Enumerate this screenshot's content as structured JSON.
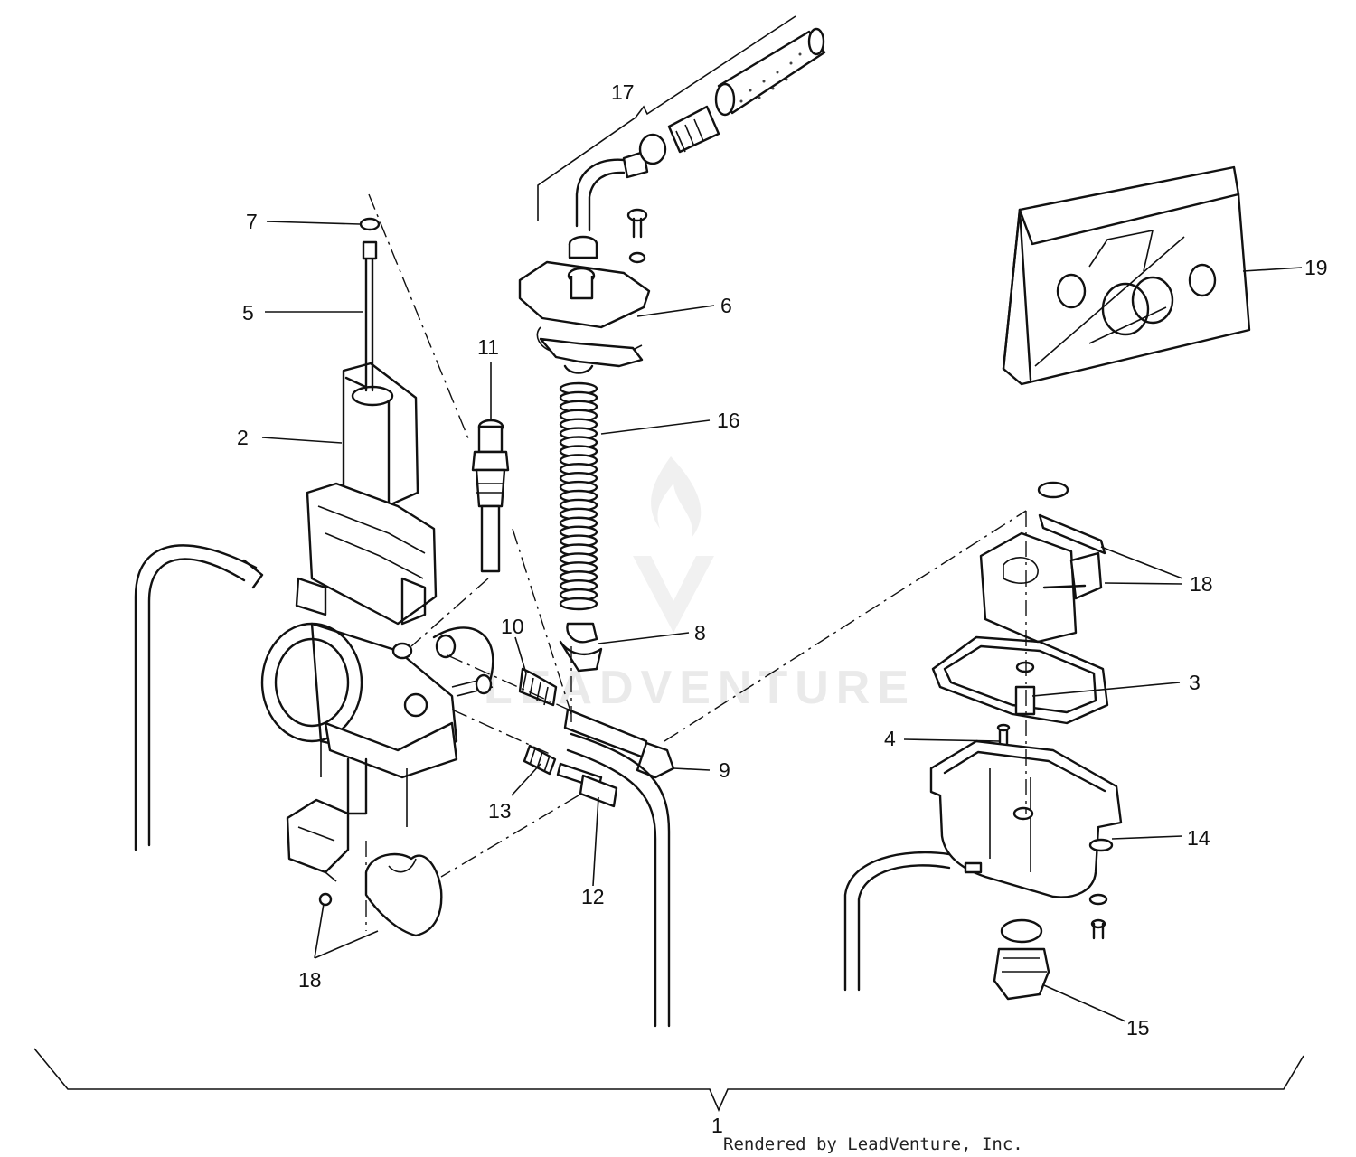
{
  "diagram": {
    "labels": {
      "p1": "1",
      "p2": "2",
      "p3": "3",
      "p4": "4",
      "p5": "5",
      "p6": "6",
      "p7": "7",
      "p8": "8",
      "p9": "9",
      "p10": "10",
      "p11": "11",
      "p12": "12",
      "p13": "13",
      "p14": "14",
      "p15": "15",
      "p16": "16",
      "p17": "17",
      "p18a": "18",
      "p18b": "18",
      "p19": "19"
    },
    "watermark": "LEADVENTURE",
    "credit": "Rendered by LeadVenture, Inc."
  }
}
